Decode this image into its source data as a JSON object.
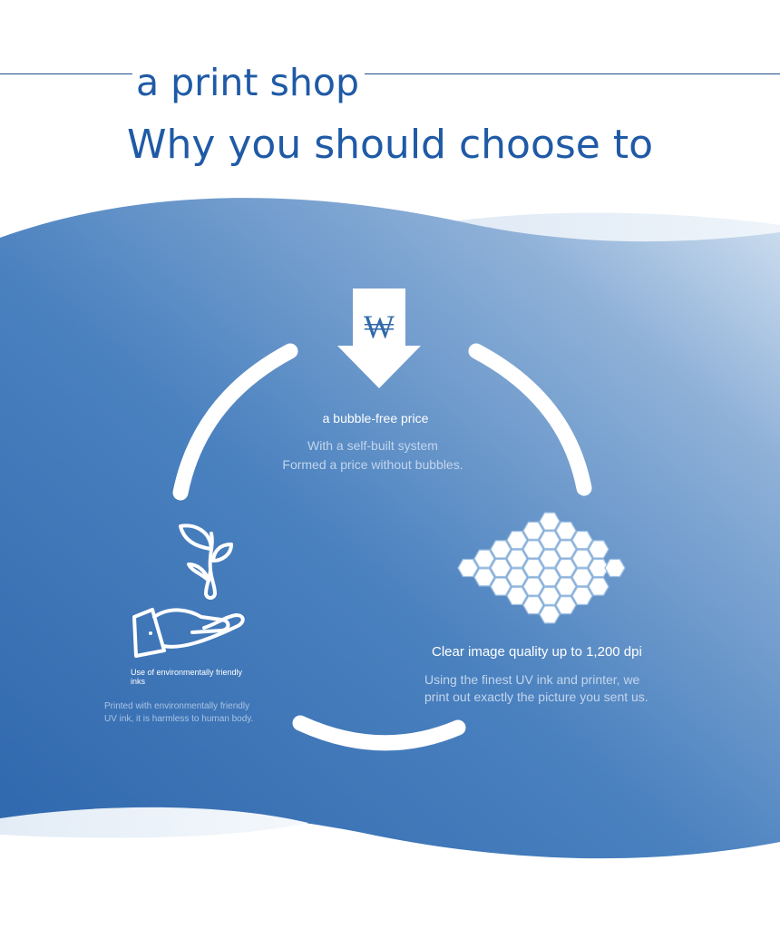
{
  "header": {
    "line1": "a print shop",
    "line2": "Why you should choose to"
  },
  "colors": {
    "heading": "#1f5aa6",
    "band_dark": "#3a73b4",
    "band_light": "#c9dcef",
    "text_white": "#ffffff",
    "text_muted": "#c3d5ec"
  },
  "features": [
    {
      "icon": "won-arrow-icon",
      "symbol": "₩",
      "title": "a bubble-free price",
      "lines": [
        "With a self-built system",
        "Formed a price without bubbles."
      ]
    },
    {
      "icon": "hand-plant-icon",
      "title": "Use of environmentally friendly inks",
      "lines": [
        "Printed with environmentally friendly",
        "UV ink, it is harmless to human body."
      ]
    },
    {
      "icon": "hexagon-cluster-icon",
      "title": "Clear image quality up to 1,200 dpi",
      "lines": [
        "Using the finest UV ink and printer, we",
        "print out exactly the picture you sent us."
      ]
    }
  ]
}
